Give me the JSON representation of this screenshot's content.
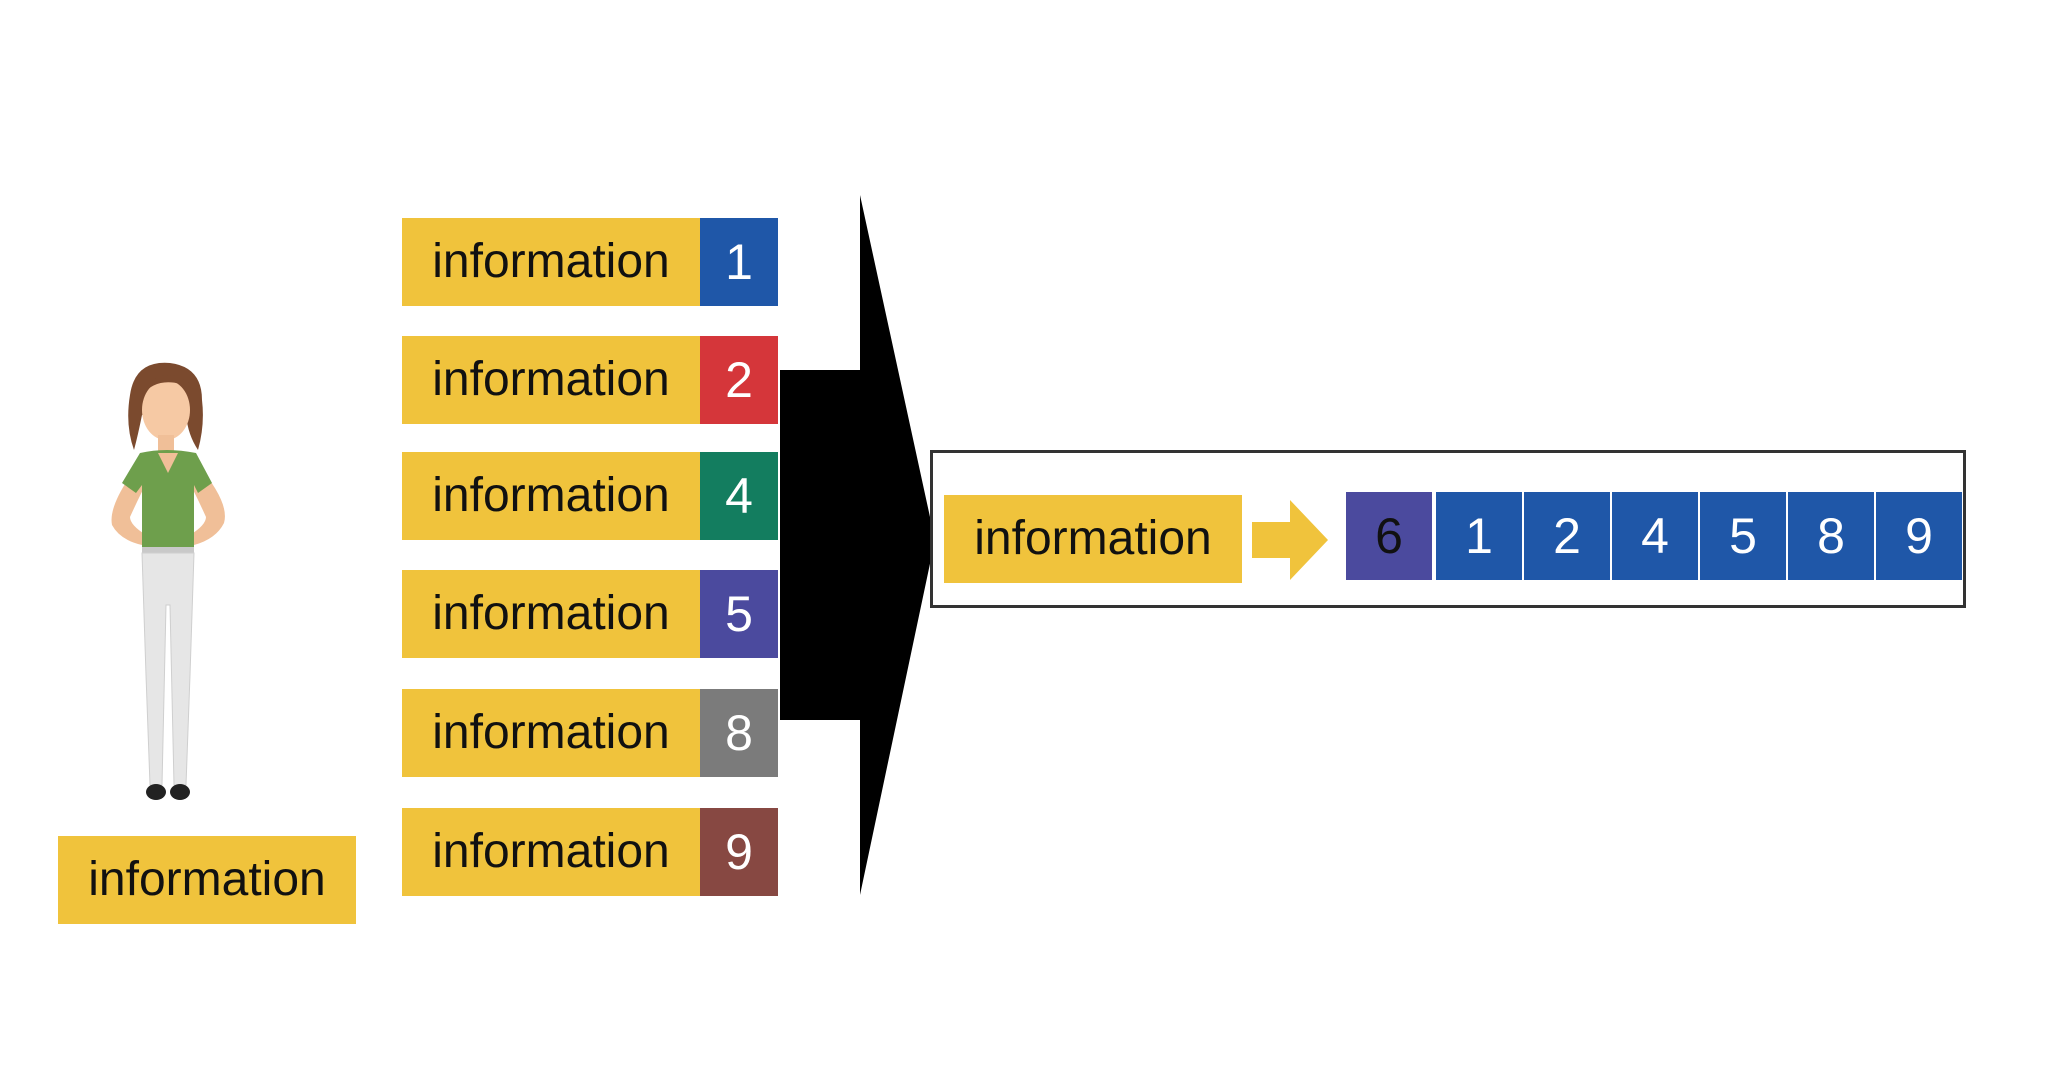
{
  "figure": {
    "person_label": "information",
    "inputs": [
      {
        "label": "information",
        "number": "1",
        "color": "#1f57a8"
      },
      {
        "label": "information",
        "number": "2",
        "color": "#d5363a"
      },
      {
        "label": "information",
        "number": "4",
        "color": "#137d5f"
      },
      {
        "label": "information",
        "number": "5",
        "color": "#4b4a9e"
      },
      {
        "label": "information",
        "number": "8",
        "color": "#7b7b7b"
      },
      {
        "label": "information",
        "number": "9",
        "color": "#874842"
      }
    ],
    "output": {
      "label": "information",
      "new_item": {
        "number": "6",
        "color": "#4b4a9e"
      },
      "sequence": [
        "1",
        "2",
        "4",
        "5",
        "8",
        "9"
      ],
      "sequence_color": "#1f57a8"
    },
    "colors": {
      "label_fill": "#f0c33c",
      "big_arrow": "#000000",
      "small_arrow": "#f0c33c"
    }
  }
}
